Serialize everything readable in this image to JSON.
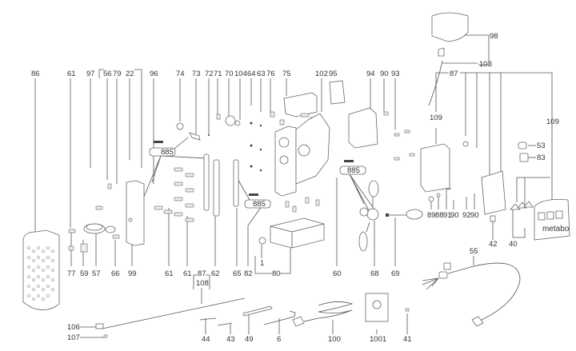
{
  "diagram": {
    "type": "exploded-parts-view",
    "part_labels": {
      "l86": "86",
      "l61a": "61",
      "l97": "97",
      "l56": "56",
      "l79": "79",
      "l22": "22",
      "l96": "96",
      "l74": "74",
      "l73": "73",
      "l72": "72",
      "l71": "71",
      "l70": "70",
      "l104": "104",
      "l64": "64",
      "l63": "63",
      "l76": "76",
      "l75": "75",
      "l102": "102",
      "l95": "95",
      "l94": "94",
      "l90a": "90",
      "l93": "93",
      "l98": "98",
      "l103": "103",
      "l87a": "87",
      "l109a": "109",
      "l109b": "109",
      "l53": "53",
      "l83": "83",
      "l89": "89",
      "l88": "88",
      "l91": "91",
      "l90b": "90",
      "l92": "92",
      "l90c": "90",
      "l42": "42",
      "l40": "40",
      "l55": "55",
      "l77": "77",
      "l59": "59",
      "l57": "57",
      "l66": "66",
      "l99": "99",
      "l61b": "61",
      "l61c": "61",
      "l87b": "87",
      "l62": "62",
      "l108": "108",
      "l65": "65",
      "l82": "82",
      "l80": "80",
      "l1": "1",
      "l60": "60",
      "l68": "68",
      "l69": "69",
      "l106": "106",
      "l107": "107",
      "l44": "44",
      "l43": "43",
      "l49": "49",
      "l6": "6",
      "l100": "100",
      "l1001": "1001",
      "l41": "41"
    },
    "lubricant_markers": [
      "885",
      "885",
      "885",
      "885"
    ],
    "brand_mark": "metabo"
  }
}
